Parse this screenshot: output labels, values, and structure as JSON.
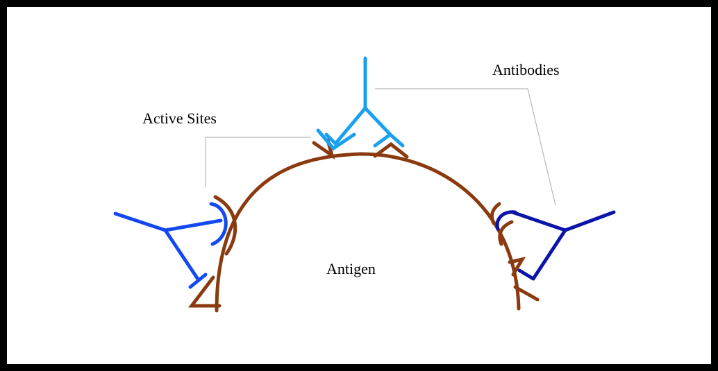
{
  "labels": {
    "antibodies": "Antibodies",
    "active_sites": "Active Sites",
    "antigen": "Antigen"
  },
  "colors": {
    "frame": "#000000",
    "antigen": "#8b3a0f",
    "antibody_top": "#1aa0f0",
    "antibody_left": "#1448f0",
    "antibody_right": "#0a14a8",
    "leader_line": "#b8b8b8"
  }
}
